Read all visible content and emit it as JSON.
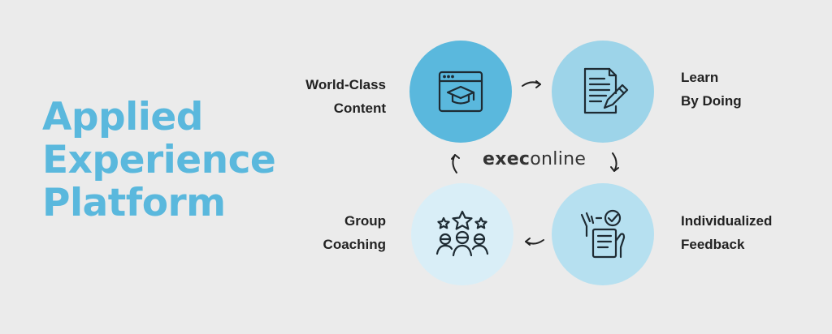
{
  "title": {
    "line1": "Applied",
    "line2": "Experience",
    "line3": "Platform"
  },
  "steps": {
    "world_class": {
      "line1": "World-Class",
      "line2": "Content",
      "icon": "browser-graduation-cap-icon",
      "color": "#5ab8dd"
    },
    "learn": {
      "line1": "Learn",
      "line2": "By Doing",
      "icon": "document-pencil-icon",
      "color": "#9dd4e9"
    },
    "feedback": {
      "line1": "Individualized",
      "line2": "Feedback",
      "icon": "hand-checklist-icon",
      "color": "#b6e0f0"
    },
    "coaching": {
      "line1": "Group",
      "line2": "Coaching",
      "icon": "group-stars-icon",
      "color": "#d9eef7"
    }
  },
  "brand": {
    "part1": "exec",
    "part2": "online"
  }
}
